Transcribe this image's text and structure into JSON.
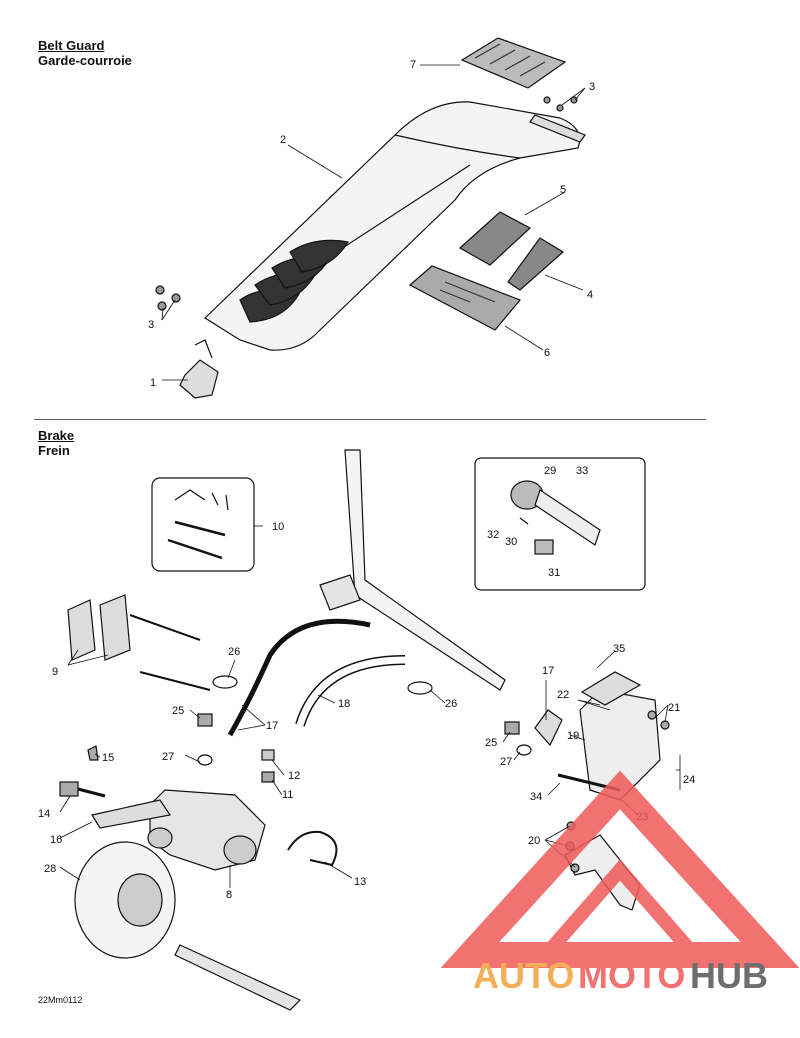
{
  "sections": {
    "belt_guard": {
      "title_en": "Belt Guard",
      "title_fr": "Garde-courroie"
    },
    "brake": {
      "title_en": "Brake",
      "title_fr": "Frein"
    }
  },
  "callouts": {
    "bg_1": "1",
    "bg_2": "2",
    "bg_3a": "3",
    "bg_3b": "3",
    "bg_4": "4",
    "bg_5": "5",
    "bg_6": "6",
    "bg_7": "7",
    "br_8": "8",
    "br_9": "9",
    "br_10": "10",
    "br_11": "11",
    "br_12": "12",
    "br_13": "13",
    "br_14": "14",
    "br_15": "15",
    "br_16": "16",
    "br_17a": "17",
    "br_17b": "17",
    "br_18": "18",
    "br_19": "19",
    "br_20": "20",
    "br_21": "21",
    "br_22": "22",
    "br_23": "23",
    "br_24": "24",
    "br_25a": "25",
    "br_25b": "25",
    "br_26a": "26",
    "br_26b": "26",
    "br_27a": "27",
    "br_27b": "27",
    "br_28": "28",
    "br_29": "29",
    "br_30": "30",
    "br_31": "31",
    "br_32": "32",
    "br_33": "33",
    "br_34": "34",
    "br_35": "35"
  },
  "doc_code": "22Mm0112",
  "watermark": {
    "part1": "AUTO",
    "part2": "MOTO",
    "part3": "HUB"
  },
  "colors": {
    "line": "#111111",
    "watermark_red": "#f05a5a",
    "watermark_orange": "#f2a03c",
    "watermark_gray": "#555555"
  }
}
